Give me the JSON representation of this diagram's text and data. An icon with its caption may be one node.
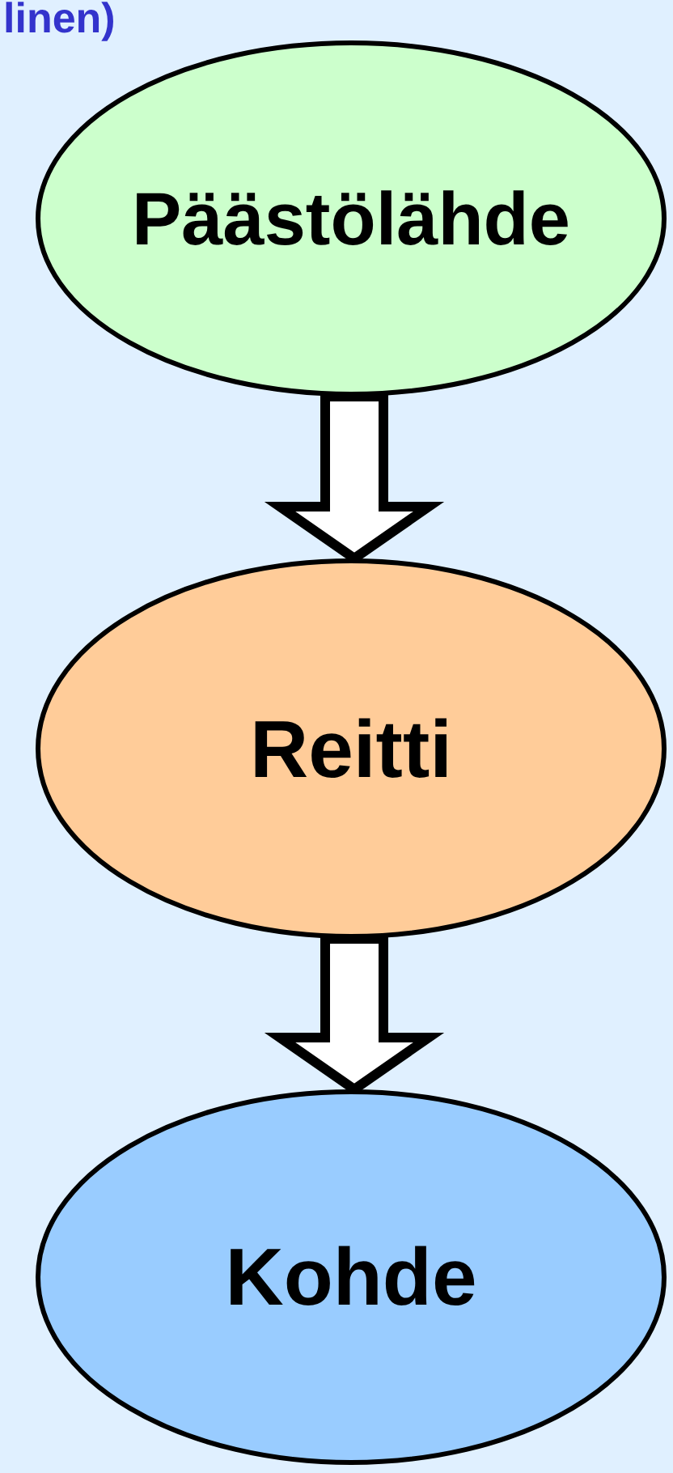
{
  "diagram": {
    "nodes": [
      {
        "text": [
          "Päästölähde"
        ]
      },
      {
        "text": [
          "Reitti"
        ]
      },
      {
        "text": [
          "Kohde"
        ]
      }
    ],
    "edges": [
      {
        "from": 0,
        "to": 1,
        "arrow": "to"
      },
      {
        "from": 1,
        "to": 2,
        "arrow": "to"
      }
    ],
    "labels": [
      "linen)"
    ]
  }
}
